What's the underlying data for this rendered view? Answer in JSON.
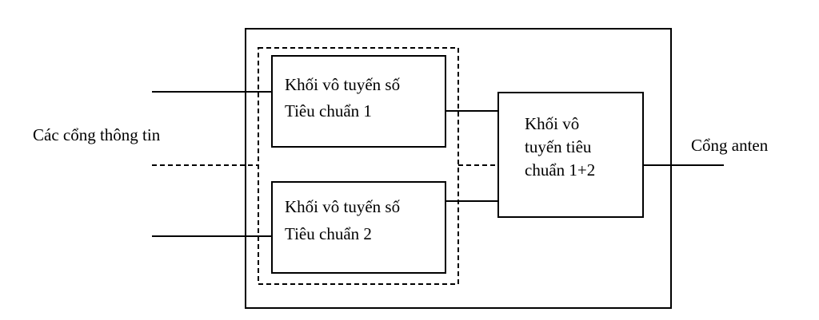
{
  "diagram": {
    "left_label": "Các cổng thông tin",
    "right_label": "Cổng anten",
    "block1": {
      "line1": "Khối vô tuyến số",
      "line2": "Tiêu chuẩn 1"
    },
    "block2": {
      "line1": "Khối vô tuyến số",
      "line2": "Tiêu chuẩn 2"
    },
    "combiner": {
      "line1": "Khối vô",
      "line2": "tuyến  tiêu",
      "line3": "chuẩn 1+2"
    }
  }
}
